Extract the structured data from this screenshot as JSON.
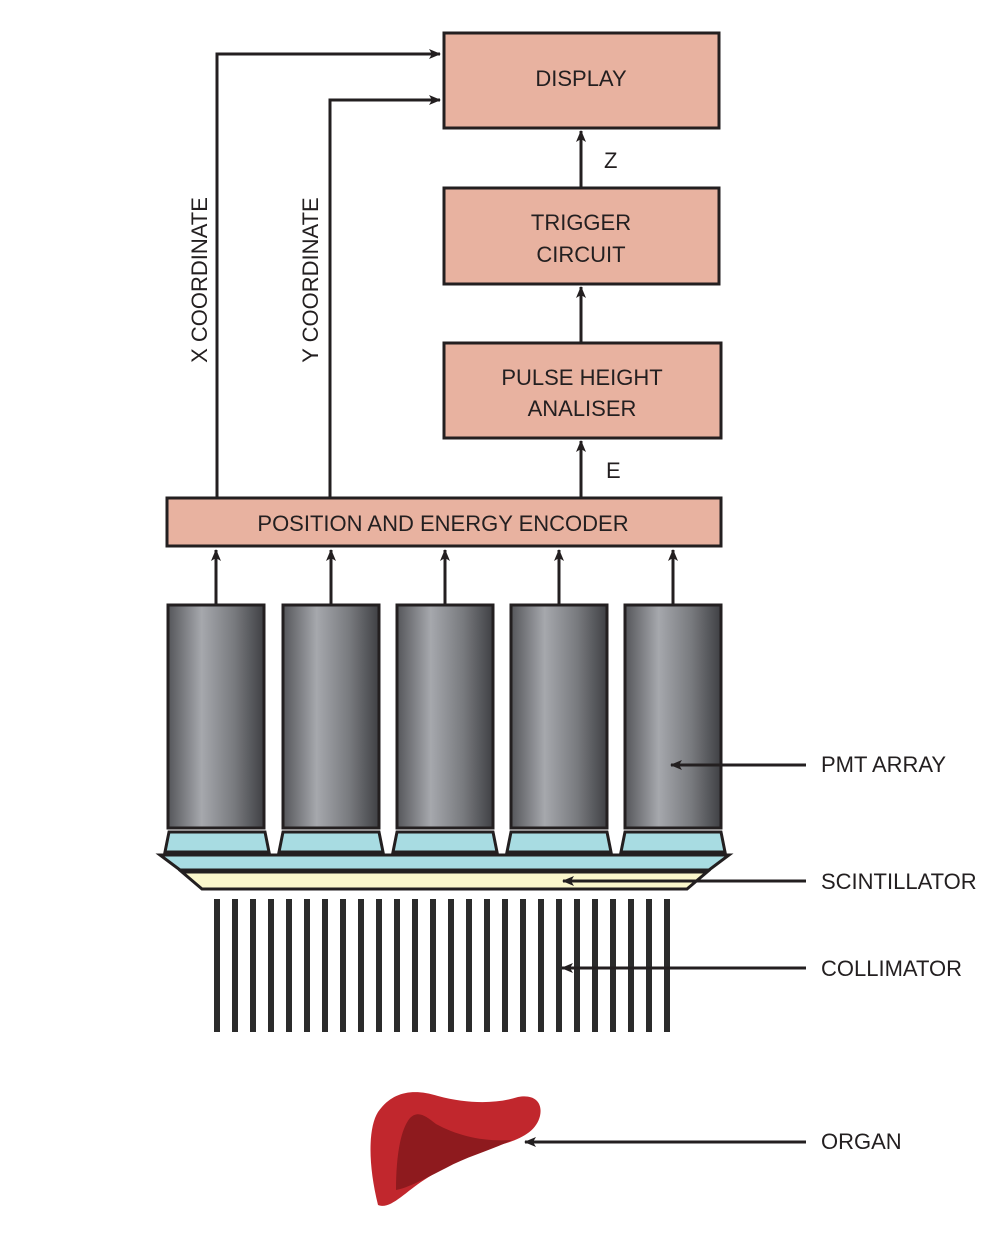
{
  "blocks": {
    "display": "DISPLAY",
    "trigger_line1": "TRIGGER",
    "trigger_line2": "CIRCUIT",
    "pha_line1": "PULSE HEIGHT",
    "pha_line2": "ANALISER",
    "encoder": "POSITION AND ENERGY ENCODER"
  },
  "signals": {
    "x": "X COORDINATE",
    "y": "Y COORDINATE",
    "z": "Z",
    "e": "E"
  },
  "labels": {
    "pmt": "PMT ARRAY",
    "scintillator": "SCINTILLATOR",
    "collimator": "COLLIMATOR",
    "organ": "ORGAN"
  },
  "colors": {
    "block_fill": "#E8B2A0",
    "pmt_dark": "#4D4E52",
    "pmt_light": "#A6A8AD",
    "light_guide": "#A8DCE2",
    "scintillator": "#FBF7CC",
    "organ_main": "#C1272D",
    "organ_shade": "#8E1A1E"
  },
  "counts": {
    "pmt_tubes": 5,
    "collimator_septa": 26
  }
}
